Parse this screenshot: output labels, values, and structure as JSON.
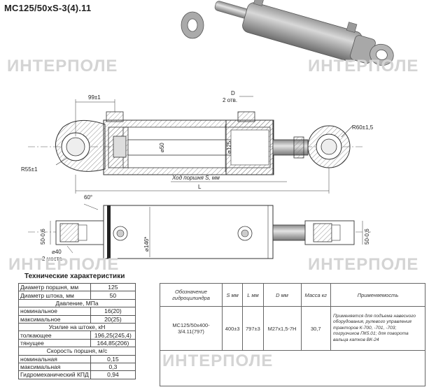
{
  "title": "МС125/50хS-3(4).11",
  "watermark": "ИНТЕРПОЛЕ",
  "drawing": {
    "dim_99": "99±1",
    "dim_d": "D",
    "dim_2holes": "2 отв.",
    "dim_r60": "R60±1,5",
    "dim_d50": "⌀50",
    "dim_d125": "⌀125",
    "dim_r55": "R55±1",
    "dim_stroke": "Ход поршня S, мм",
    "dim_l": "L",
    "dim_60deg": "60°",
    "dim_d146": "⌀146*",
    "dim_50a": "50-0,6",
    "dim_50b": "50-0,6",
    "dim_40": "⌀40",
    "dim_2places": "2 места"
  },
  "specs": {
    "heading": "Технические характеристики",
    "rows": [
      {
        "label": "Диаметр поршня, мм",
        "value": "125"
      },
      {
        "label": "Диаметр штока, мм",
        "value": "50"
      },
      {
        "header": "Давление, МПа"
      },
      {
        "label": "номинальное",
        "value": "16(20)"
      },
      {
        "label": "максимальное",
        "value": "20(25)"
      },
      {
        "header": "Усилие на штоке, кН"
      },
      {
        "label": "толкающее",
        "value": "196,25(245,4)"
      },
      {
        "label": "тянущее",
        "value": "164,85(206)"
      },
      {
        "header": "Скорость поршня, м/с"
      },
      {
        "label": "номинальная",
        "value": "0,15"
      },
      {
        "label": "максимальная",
        "value": "0,3"
      },
      {
        "label": "Гидромеханический КПД",
        "value": "0,94"
      }
    ]
  },
  "model_table": {
    "headers": [
      "Обозначение гидроцилиндра",
      "S мм",
      "L мм",
      "D мм",
      "Масса кг",
      "Применяемость"
    ],
    "row": [
      "МС125/50х400-3/4.11(797)",
      "400±3",
      "797±3",
      "М27х1,5-7Н",
      "30,7",
      "Применяется для подъема навесного оборудования, рулевого управления тракторов К-700, -701, -703; погрузчиков ПК5.01; для поворота вальца катков ВК-24"
    ]
  }
}
